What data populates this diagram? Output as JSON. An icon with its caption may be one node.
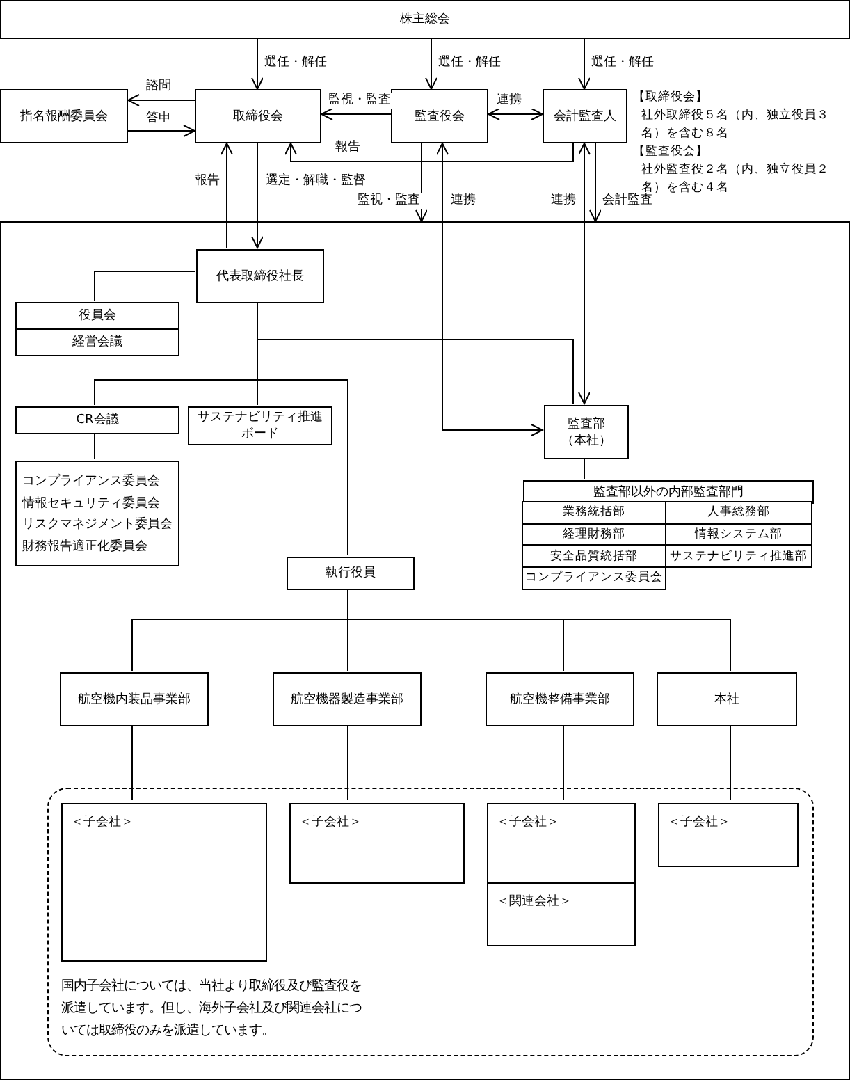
{
  "diagram": {
    "nodes": [
      {
        "text": [
          "株主総会"
        ]
      },
      {
        "text": [
          "指名報酬委員会"
        ]
      },
      {
        "text": [
          "取締役会"
        ]
      },
      {
        "text": [
          "監査役会"
        ]
      },
      {
        "text": [
          "会計監査人"
        ]
      },
      {
        "text": [],
        "shape": "box"
      },
      {
        "text": [
          "代表取締役社長"
        ],
        "in": 5
      },
      {
        "text": [
          "役員会"
        ],
        "in": 5
      },
      {
        "text": [
          "経営会議"
        ],
        "in": 5
      },
      {
        "text": [
          "CR会議"
        ],
        "in": 5
      },
      {
        "text": [
          "サステナビリティ推進ボード"
        ],
        "in": 5
      },
      {
        "text": [
          "コンプライアンス委員会",
          "情報セキュリティ委員会",
          "リスクマネジメント委員会",
          "財務報告適正化委員会"
        ],
        "in": 5
      },
      {
        "text": [
          "監査部",
          "（本社）"
        ],
        "in": 5
      },
      {
        "text": [
          "監査部以外の内部監査部門"
        ],
        "in": 5
      },
      {
        "text": [
          "執行役員"
        ],
        "in": 5
      },
      {
        "text": [
          "航空機内装品事業部"
        ],
        "in": 5
      },
      {
        "text": [
          "航空機器製造事業部"
        ],
        "in": 5
      },
      {
        "text": [
          "航空機整備事業部"
        ],
        "in": 5
      },
      {
        "text": [
          "本社"
        ],
        "in": 5
      },
      {
        "text": [
          "国内子会社については、当社より取締役及び監査役を派遣しています。但し、海外子会社及び関連会社については取締役のみを派遣しています。"
        ],
        "in": 5
      },
      {
        "text": [
          "＜子会社＞"
        ],
        "in": 19
      },
      {
        "text": [
          "＜子会社＞"
        ],
        "in": 19
      },
      {
        "text": [
          "＜子会社＞"
        ],
        "in": 19
      },
      {
        "text": [
          "＜関連会社＞"
        ],
        "in": 19
      },
      {
        "text": [
          "＜子会社＞"
        ],
        "in": 19
      }
    ],
    "edges": [
      {
        "from": 0,
        "to": 2,
        "arrow": "to",
        "label": "選任・解任"
      },
      {
        "from": 0,
        "to": 3,
        "arrow": "to",
        "label": "選任・解任"
      },
      {
        "from": 0,
        "to": 4,
        "arrow": "to",
        "label": "選任・解任"
      },
      {
        "from": 2,
        "to": 1,
        "arrow": "to",
        "label": "諮問"
      },
      {
        "from": 1,
        "to": 2,
        "arrow": "to",
        "label": "答申"
      },
      {
        "from": 3,
        "to": 2,
        "arrow": "to",
        "label": "監視・監査"
      },
      {
        "from": 3,
        "to": 4,
        "arrow": "both",
        "label": "連携"
      },
      {
        "from": 4,
        "to": 2,
        "arrow": "to",
        "label": "報告"
      },
      {
        "from": 6,
        "to": 2,
        "arrow": "to",
        "label": "報告"
      },
      {
        "from": 2,
        "to": 6,
        "arrow": "to",
        "label": "選定・解職・監督"
      },
      {
        "from": 3,
        "to": 5,
        "arrow": "to",
        "label": "監視・監査"
      },
      {
        "from": 3,
        "to": 12,
        "arrow": "both",
        "label": "連携"
      },
      {
        "from": 4,
        "to": 12,
        "arrow": "both",
        "label": "連携"
      },
      {
        "from": 4,
        "to": 5,
        "arrow": "to",
        "label": "会計監査"
      },
      {
        "from": 6,
        "to": 7,
        "arrow": "none"
      },
      {
        "from": 6,
        "to": 12,
        "arrow": "none"
      },
      {
        "from": 6,
        "to": 9,
        "arrow": "none"
      },
      {
        "from": 6,
        "to": 10,
        "arrow": "none"
      },
      {
        "from": 6,
        "to": 14,
        "arrow": "none"
      },
      {
        "from": 9,
        "to": 11,
        "arrow": "none"
      },
      {
        "from": 12,
        "to": 13,
        "arrow": "none"
      },
      {
        "from": 14,
        "to": 15,
        "arrow": "none"
      },
      {
        "from": 14,
        "to": 16,
        "arrow": "none"
      },
      {
        "from": 14,
        "to": 17,
        "arrow": "none"
      },
      {
        "from": 14,
        "to": 18,
        "arrow": "none"
      },
      {
        "from": 15,
        "to": 20,
        "arrow": "none"
      },
      {
        "from": 16,
        "to": 21,
        "arrow": "none"
      },
      {
        "from": 17,
        "to": 22,
        "arrow": "none"
      },
      {
        "from": 18,
        "to": 24,
        "arrow": "none"
      }
    ],
    "labels": [
      "【取締役会】",
      "社外取締役５名（内、独立役員３名）を含む８名",
      "【監査役会】",
      "社外監査役２名（内、独立役員２名）を含む４名",
      "業務統括部",
      "人事総務部",
      "経理財務部",
      "情報システム部",
      "安全品質統括部",
      "サステナビリティ推進部",
      "コンプライアンス委員会"
    ]
  }
}
